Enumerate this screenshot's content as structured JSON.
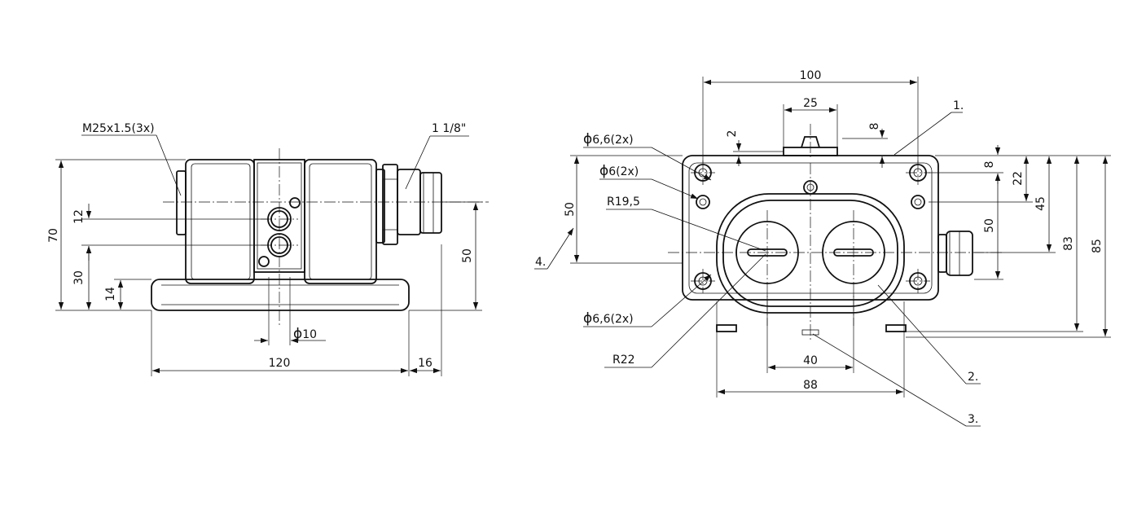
{
  "side_view": {
    "labels": {
      "thread": "M25x1.5(3x)",
      "fitting": "1 1/8\"",
      "h70": "70",
      "h12": "12",
      "h30": "30",
      "h14": "14",
      "h50": "50",
      "w120": "120",
      "w16": "16",
      "dia10": "10"
    }
  },
  "front_view": {
    "labels": {
      "w100": "100",
      "w25": "25",
      "v2": "2",
      "v8top": "8",
      "hole_a": "6,6(2x)",
      "hole_b": "6(2x)",
      "r19": "R19,5",
      "h50left": "50",
      "h8": "8",
      "h22": "22",
      "h45": "45",
      "h50right": "50",
      "h83": "83",
      "h85": "85",
      "hole_c": "6,6(2x)",
      "r22": "R22",
      "w40": "40",
      "w88": "88"
    },
    "callouts": [
      "1.",
      "2.",
      "3.",
      "4."
    ]
  },
  "symbols": {
    "diameter": "ϕ"
  }
}
